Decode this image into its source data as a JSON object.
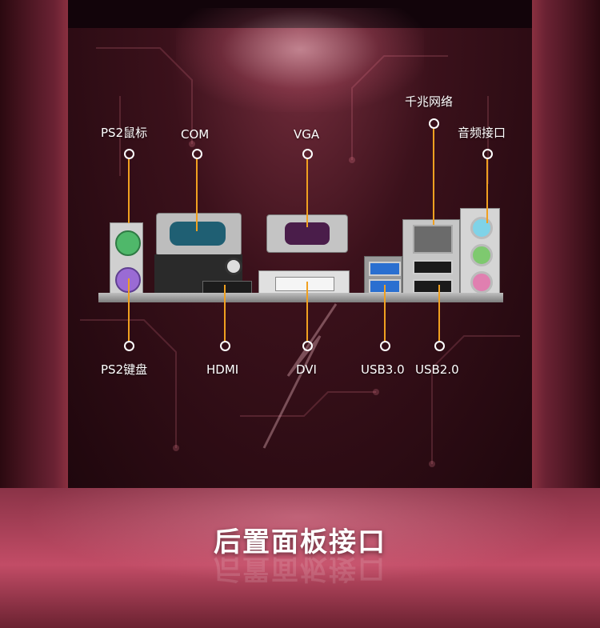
{
  "callouts_top": [
    {
      "id": "ps2-mouse",
      "label": "PS2鼠标"
    },
    {
      "id": "com",
      "label": "COM"
    },
    {
      "id": "vga",
      "label": "VGA"
    },
    {
      "id": "lan",
      "label": "千兆网络"
    },
    {
      "id": "audio",
      "label": "音频接口"
    }
  ],
  "callouts_bottom": [
    {
      "id": "ps2-keyboard",
      "label": "PS2键盘"
    },
    {
      "id": "hdmi",
      "label": "HDMI"
    },
    {
      "id": "dvi",
      "label": "DVI"
    },
    {
      "id": "usb3",
      "label": "USB3.0"
    },
    {
      "id": "usb2",
      "label": "USB2.0"
    }
  ],
  "title": "后置面板接口",
  "colors": {
    "accent_line": "#f0a020",
    "ps2_mouse": "#4fb86a",
    "ps2_keyboard": "#9a6bd4",
    "usb3": "#2a6fd0",
    "audio_blue": "#7fd3e8",
    "audio_green": "#7ec96f",
    "audio_pink": "#e07fb0"
  }
}
